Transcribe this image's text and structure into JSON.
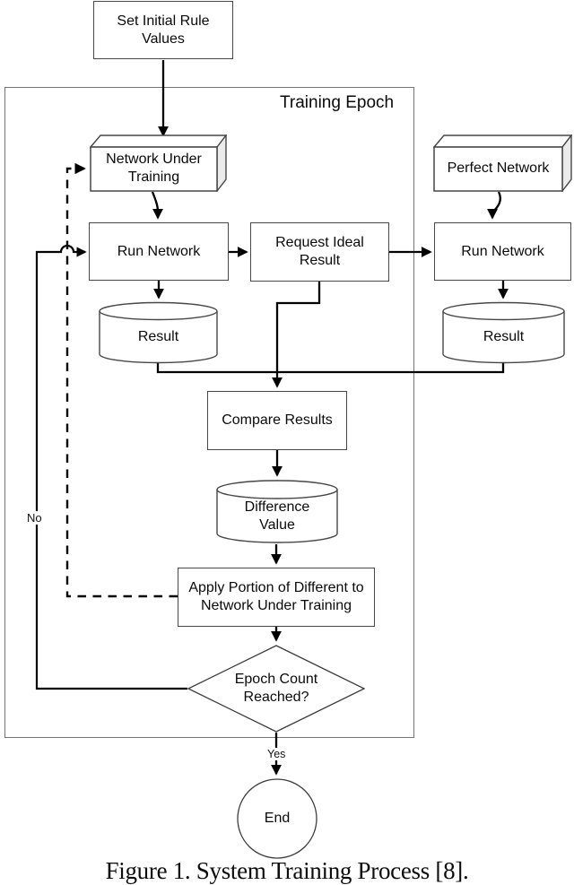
{
  "figure": {
    "caption": "Figure 1. System Training Process [8]."
  },
  "diagram": {
    "container_label": "Training Epoch",
    "nodes": {
      "set_initial": {
        "label": "Set Initial Rule Values",
        "shape": "rectangle"
      },
      "network_under_training": {
        "label": "Network Under Training",
        "shape": "3d-box"
      },
      "perfect_network": {
        "label": "Perfect Network",
        "shape": "3d-box"
      },
      "run_network_left": {
        "label": "Run Network",
        "shape": "rectangle"
      },
      "request_ideal": {
        "label": "Request Ideal Result",
        "shape": "rectangle"
      },
      "run_network_right": {
        "label": "Run Network",
        "shape": "rectangle"
      },
      "result_left": {
        "label": "Result",
        "shape": "cylinder"
      },
      "result_right": {
        "label": "Result",
        "shape": "cylinder"
      },
      "compare_results": {
        "label": "Compare Results",
        "shape": "rectangle"
      },
      "difference_value": {
        "label": "Difference Value",
        "shape": "cylinder"
      },
      "apply_portion": {
        "label": "Apply Portion of Different to Network Under Training",
        "shape": "rectangle"
      },
      "epoch_decision": {
        "label": "Epoch Count Reached?",
        "shape": "diamond"
      },
      "end": {
        "label": "End",
        "shape": "circle"
      }
    },
    "edge_labels": {
      "no": "No",
      "yes": "Yes"
    },
    "colors": {
      "connector": "#000000",
      "box_border": "#474747",
      "container_border": "#757575",
      "side_face": "#ebebeb",
      "fill": "#ffffff"
    }
  }
}
